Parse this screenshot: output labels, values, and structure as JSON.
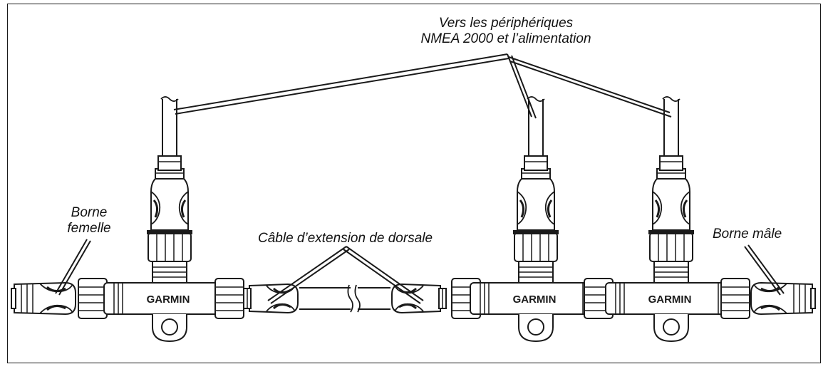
{
  "labels": {
    "top_line1": "Vers les périphériques",
    "top_line2": "NMEA 2000 et l’alimentation",
    "left_line1": "Borne",
    "left_line2": "femelle",
    "middle": "Câble d’extension de dorsale",
    "right": "Borne mâle"
  },
  "brand": "GARMIN",
  "colors": {
    "ink": "#1a1a1a",
    "background": "#ffffff"
  }
}
